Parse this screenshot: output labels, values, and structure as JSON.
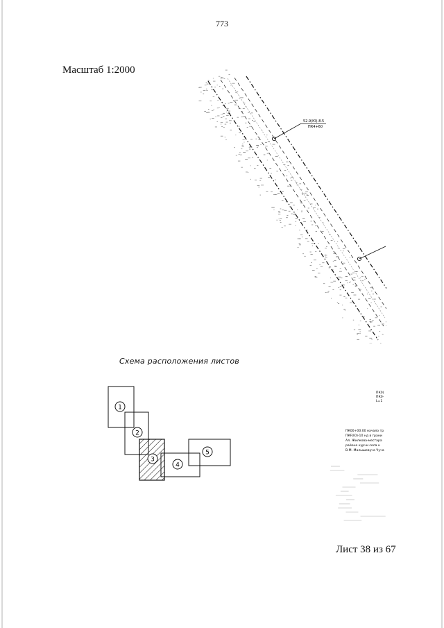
{
  "page": {
    "number": "773",
    "scale": "Масштаб 1:2000",
    "sheet": "Лист 38 из 67"
  },
  "route": {
    "label_line1": "52.9(Ю)-8.5",
    "label_line2": "ПК4+60"
  },
  "schema": {
    "title": "Схема расположения листов",
    "sheets": [
      {
        "label": "1"
      },
      {
        "label": "2"
      },
      {
        "label": "3",
        "current": true
      },
      {
        "label": "4"
      },
      {
        "label": "5"
      }
    ]
  },
  "notes": {
    "top": [
      "ПК0(",
      "ПК0-",
      "L=1"
    ],
    "lines": [
      "ПК00+00.00 начало тр",
      "ПКF(Ю)-10 нд в грани",
      "Ал. Жилкова-местара",
      "районе курчи села н",
      "В.М. Малышевуча Чуча"
    ]
  }
}
